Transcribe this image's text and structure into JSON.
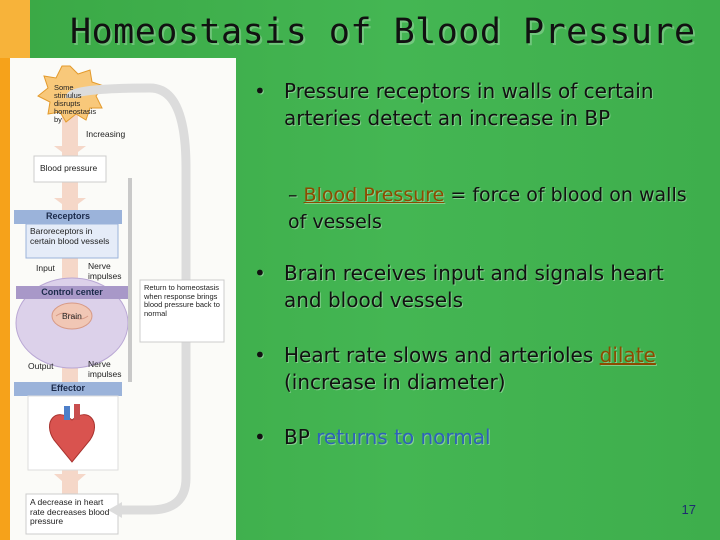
{
  "slide": {
    "title": "Homeostasis of Blood Pressure",
    "page_number": "17",
    "colors": {
      "background": "#3db04a",
      "accent_strip": "#f6a21a",
      "highlight_brown": "#8c4b00",
      "highlight_blue": "#2e62b8"
    }
  },
  "bullets": [
    {
      "text": "Pressure receptors in walls of certain arteries detect an increase in BP"
    },
    {
      "prefix": "–",
      "term": "Blood Pressure",
      "rest": "= force of blood on walls of vessels"
    },
    {
      "text": "Brain receives input and signals heart and blood vessels"
    },
    {
      "pre": "Heart rate slows and arterioles",
      "term": "dilate",
      "rest": "(increase in diameter)"
    },
    {
      "pre": "BP",
      "term": "returns to normal"
    }
  ],
  "diagram": {
    "stimulus": "Some stimulus disrupts homeostasis by",
    "increasing": "Increasing",
    "blood_pressure": "Blood pressure",
    "receptors": "Receptors",
    "baroreceptors": "Baroreceptors in certain blood vessels",
    "input": "Input",
    "nerve_impulses_1": "Nerve impulses",
    "control_center": "Control center",
    "brain": "Brain",
    "output": "Output",
    "nerve_impulses_2": "Nerve impulses",
    "effector": "Effector",
    "return_note": "Return to homeostasis when response brings blood pressure back to normal",
    "result": "A decrease in heart rate decreases blood pressure"
  }
}
